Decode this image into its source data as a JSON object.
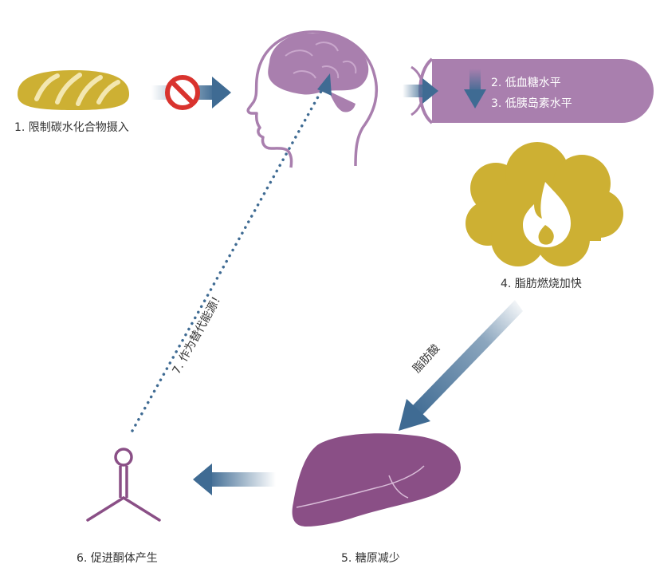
{
  "steps": {
    "step1": "1. 限制碳水化合物摄入",
    "step2": "2. 低血糖水平",
    "step3": "3. 低胰岛素水平",
    "step4": "4. 脂肪燃烧加快",
    "step5": "5. 糖原减少",
    "step6": "6. 促进酮体产生",
    "step7": "7. 作为替代能源！"
  },
  "arrow_labels": {
    "fat_to_liver": "脂肪酸"
  },
  "icons": [
    "bread-icon",
    "no-sign-icon",
    "head-brain-icon",
    "fire-cloud-icon",
    "liver-icon",
    "ketone-molecule-icon"
  ],
  "colors": {
    "purple_light": "#a97fae",
    "purple_dark": "#8a4f86",
    "gold": "#cdb033",
    "blue_arrow": "#3f6b93",
    "red_sign": "#d9332e"
  }
}
